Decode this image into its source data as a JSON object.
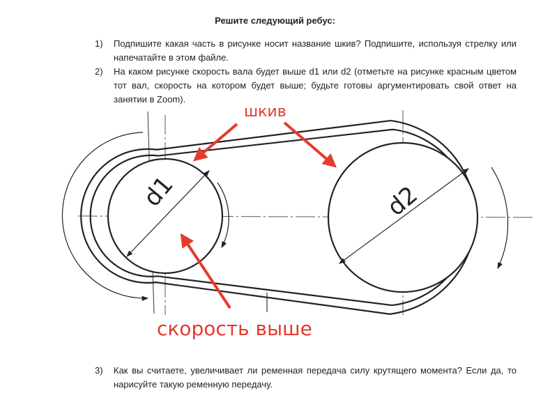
{
  "title": "Решите следующий ребус:",
  "questions": [
    {
      "num": "1)",
      "text": "Подпишите какая часть в рисунке носит название шкив? Подпишите, используя стрелку или напечатайте в этом файле."
    },
    {
      "num": "2)",
      "text": "На каком рисунке скорость вала будет выше d1 или d2 (отметьте на рисунке красным цветом тот вал, скорость на котором будет выше; будьте готовы аргументировать свой ответ на занятии в Zoom)."
    },
    {
      "num": "3)",
      "text": "Как вы считаете, увеличивает ли ременная передача силу крутящего момента? Если да, то нарисуйте такую ременную передачу."
    }
  ],
  "diagram": {
    "d1_label": "d1",
    "d2_label": "d2"
  },
  "annotations": {
    "pulley_label": "шкив",
    "speed_label": "скорость выше",
    "color": "#e53a2e"
  }
}
